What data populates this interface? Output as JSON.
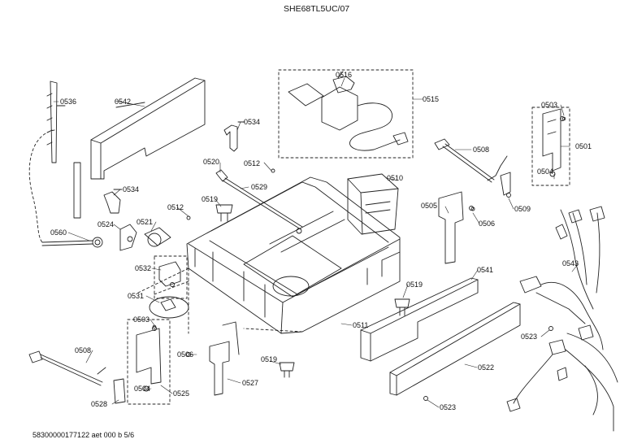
{
  "title": "SHE68TL5UC/07",
  "footer": "58300000177122 aet 000 b 5/6",
  "callouts": [
    {
      "id": "c0536",
      "text": "0536"
    },
    {
      "id": "c0542",
      "text": "0542"
    },
    {
      "id": "c0516",
      "text": "0516"
    },
    {
      "id": "c0515",
      "text": "0515"
    },
    {
      "id": "c0503a",
      "text": "0503"
    },
    {
      "id": "c0534a",
      "text": "0534"
    },
    {
      "id": "c0508a",
      "text": "0508"
    },
    {
      "id": "c0501",
      "text": "0501"
    },
    {
      "id": "c0520",
      "text": "0520"
    },
    {
      "id": "c0512a",
      "text": "0512"
    },
    {
      "id": "c0504a",
      "text": "0504"
    },
    {
      "id": "c0510",
      "text": "0510"
    },
    {
      "id": "c0529",
      "text": "0529"
    },
    {
      "id": "c0534b",
      "text": "0534"
    },
    {
      "id": "c0519a",
      "text": "0519"
    },
    {
      "id": "c0512b",
      "text": "0512"
    },
    {
      "id": "c0509",
      "text": "0509"
    },
    {
      "id": "c0505",
      "text": "0505"
    },
    {
      "id": "c0506a",
      "text": "0506"
    },
    {
      "id": "c0524",
      "text": "0524"
    },
    {
      "id": "c0521",
      "text": "0521"
    },
    {
      "id": "c0560",
      "text": "0560"
    },
    {
      "id": "c0543",
      "text": "0543"
    },
    {
      "id": "c0541",
      "text": "0541"
    },
    {
      "id": "c0532",
      "text": "0532"
    },
    {
      "id": "c0519b",
      "text": "0519"
    },
    {
      "id": "c0531",
      "text": "0531"
    },
    {
      "id": "c0503b",
      "text": "0503"
    },
    {
      "id": "c0511",
      "text": "0511"
    },
    {
      "id": "c0523a",
      "text": "0523"
    },
    {
      "id": "c0508b",
      "text": "0508"
    },
    {
      "id": "c0506b",
      "text": "0506"
    },
    {
      "id": "c0519c",
      "text": "0519"
    },
    {
      "id": "c0522",
      "text": "0522"
    },
    {
      "id": "c0527",
      "text": "0527"
    },
    {
      "id": "c0504b",
      "text": "0504"
    },
    {
      "id": "c0525",
      "text": "0525"
    },
    {
      "id": "c0528",
      "text": "0528"
    },
    {
      "id": "c0523b",
      "text": "0523"
    }
  ]
}
